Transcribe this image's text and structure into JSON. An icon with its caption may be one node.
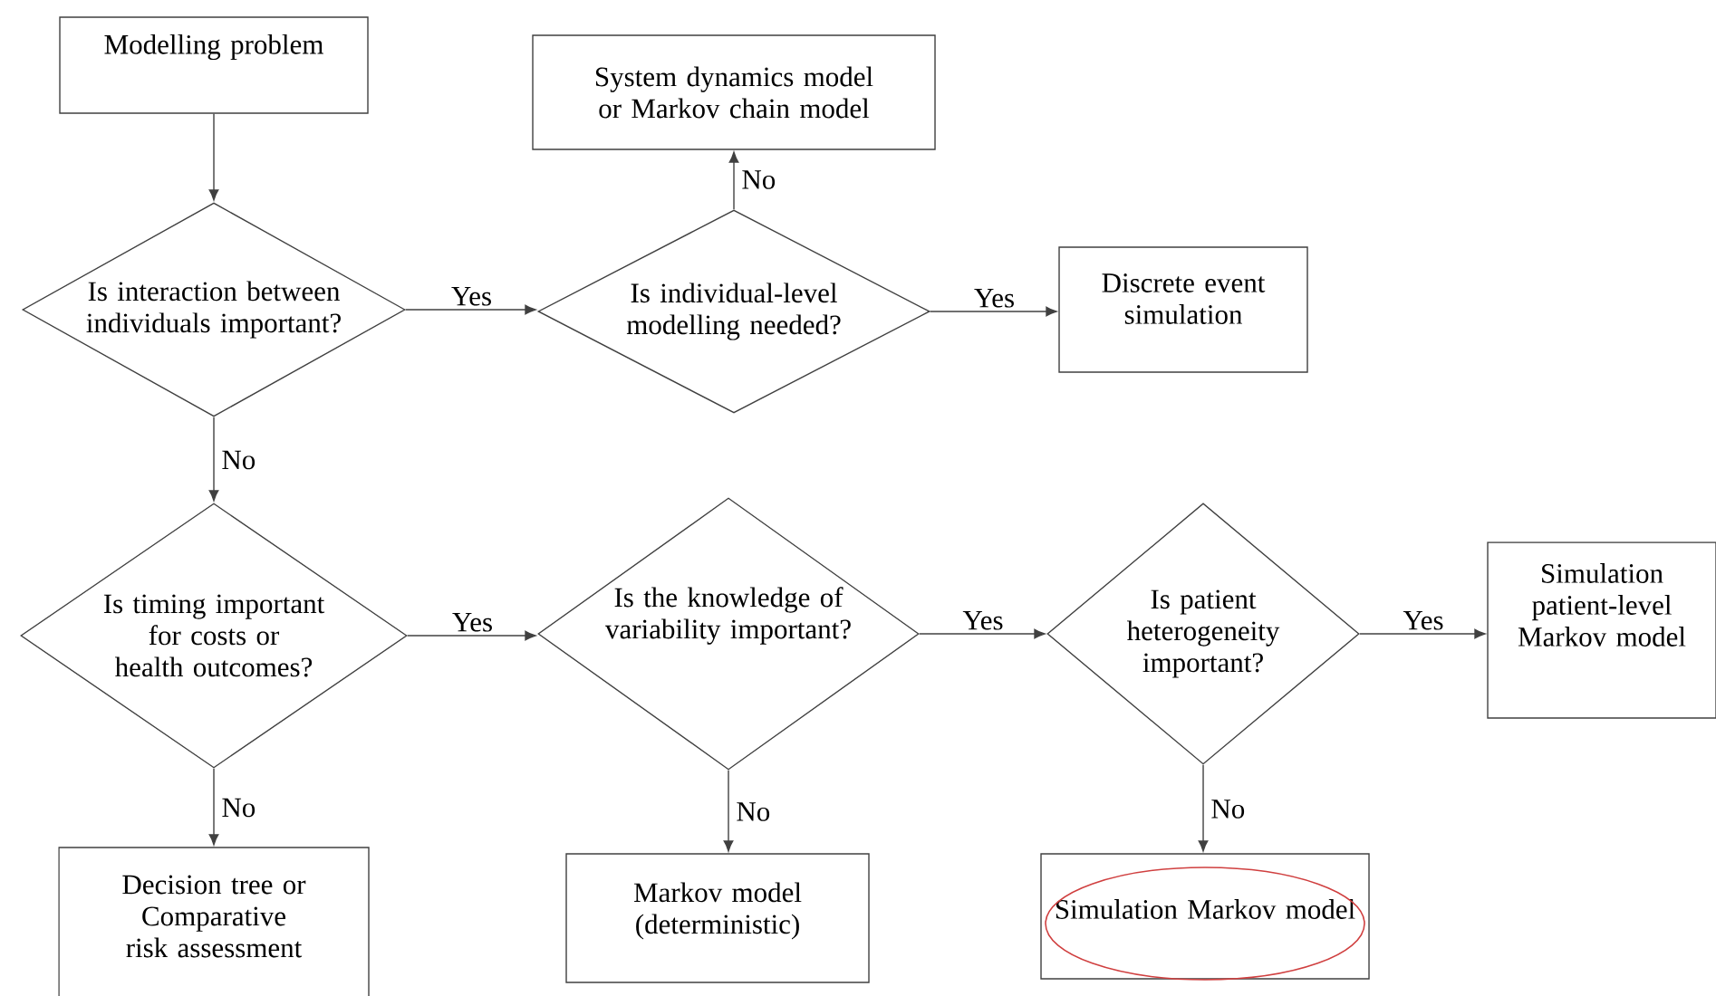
{
  "diagram": {
    "nodes": [
      {
        "text": [
          "Modelling problem"
        ]
      },
      {
        "text": [
          "System dynamics model or Markov chain model"
        ]
      },
      {
        "text": [
          "Is interaction between individuals important?"
        ]
      },
      {
        "text": [
          "Is individual-level modelling needed?"
        ]
      },
      {
        "text": [
          "Discrete event simulation"
        ]
      },
      {
        "text": [
          "Is timing important for costs or health outcomes?"
        ]
      },
      {
        "text": [
          "Is the knowledge of variability important?"
        ]
      },
      {
        "text": [
          "Is patient heterogeneity important?"
        ]
      },
      {
        "text": [
          "Simulation patient-level Markov model"
        ]
      },
      {
        "text": [
          "Decision tree or Comparative risk assessment"
        ]
      },
      {
        "text": [
          "Markov model (deterministic)"
        ]
      },
      {
        "text": [
          "Simulation Markov model"
        ]
      }
    ],
    "edges": [
      {
        "from": 0,
        "to": 2,
        "arrow": "to"
      },
      {
        "from": 2,
        "to": 3,
        "arrow": "to",
        "label": "Yes"
      },
      {
        "from": 3,
        "to": 1,
        "arrow": "to",
        "label": "No"
      },
      {
        "from": 3,
        "to": 4,
        "arrow": "to",
        "label": "Yes"
      },
      {
        "from": 2,
        "to": 5,
        "arrow": "to",
        "label": "No"
      },
      {
        "from": 5,
        "to": 6,
        "arrow": "to",
        "label": "Yes"
      },
      {
        "from": 6,
        "to": 7,
        "arrow": "to",
        "label": "Yes"
      },
      {
        "from": 7,
        "to": 8,
        "arrow": "to",
        "label": "Yes"
      },
      {
        "from": 5,
        "to": 9,
        "arrow": "to",
        "label": "No"
      },
      {
        "from": 6,
        "to": 10,
        "arrow": "to",
        "label": "No"
      },
      {
        "from": 7,
        "to": 11,
        "arrow": "to",
        "label": "No"
      }
    ]
  }
}
